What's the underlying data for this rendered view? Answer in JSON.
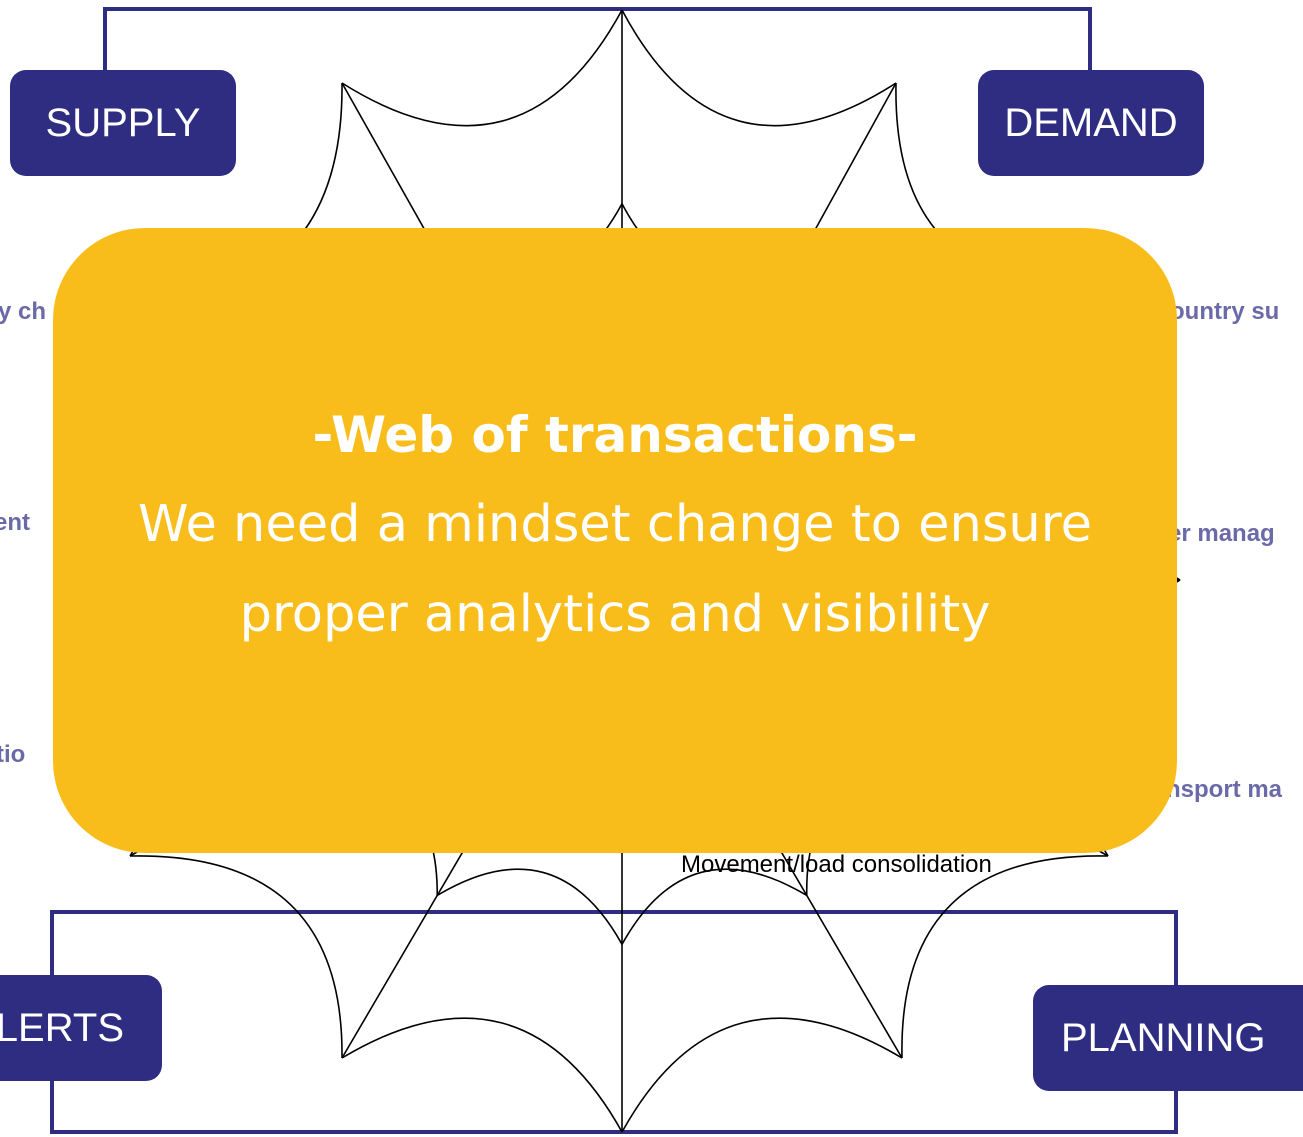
{
  "corners": {
    "supply": "SUPPLY",
    "demand": "DEMAND",
    "alerts": "LERTS",
    "planning": "PLANNING"
  },
  "side_labels": {
    "left": [
      "y ch",
      "ent",
      "tio"
    ],
    "right": [
      "ountry su",
      "er manag",
      "nsport ma"
    ]
  },
  "inner_label": "Movement/load consolidation",
  "callout": {
    "title": "-Web of transactions-",
    "body": "We need a mindset change to ensure proper analytics and visibility"
  },
  "colors": {
    "box_fill": "#2e2d82",
    "callout_fill": "#f9bd1b",
    "side_label_text": "#6a6aa8",
    "web_line": "#000000"
  }
}
